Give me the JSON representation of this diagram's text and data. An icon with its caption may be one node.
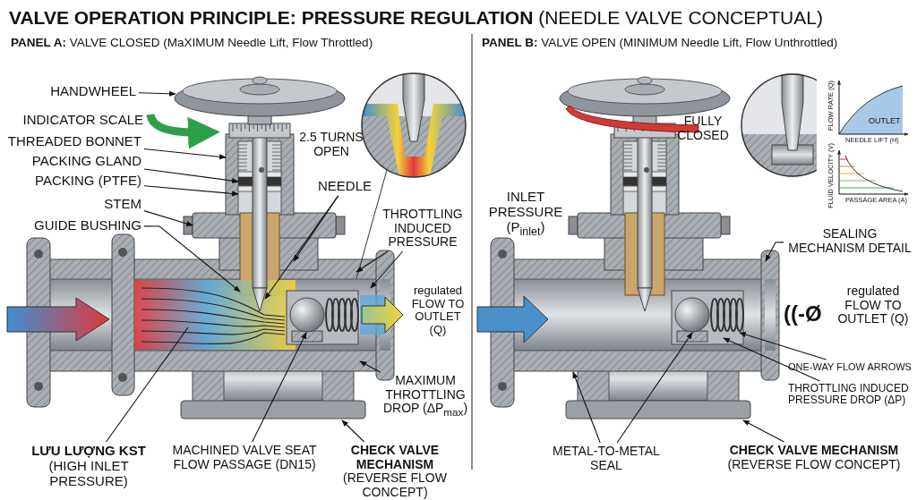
{
  "diagram": {
    "title": "**VALVE OPERATION PRINCIPLE: PRESSURE REGULATION** (NEEDLE VALVE CONCEPTUAL)",
    "nodes": [
      {
        "text": [
          "HANDWHEEL"
        ]
      },
      {
        "text": [
          "THREADED BONNET"
        ]
      },
      {
        "text": [
          "PACKING GLAND"
        ]
      },
      {
        "text": [
          "PACKING (PTFE)"
        ]
      },
      {
        "text": [
          "STEM"
        ]
      },
      {
        "text": [
          "GUIDE BUSHING"
        ]
      },
      {
        "text": [
          "NEEDLE"
        ]
      },
      {
        "text": [
          "THROTTLING INDUCED PRESSURE"
        ]
      },
      {
        "text": [
          "MAXIMUM THROTTLING DROP (ΔP$_{max}$)"
        ]
      },
      {
        "text": [
          "LƯU LƯỢNG KST",
          "(HIGH INLET PRESSURE)"
        ]
      },
      {
        "text": [
          "MACHINED VALVE SEAT FLOW PASSAGE (DN15)"
        ]
      },
      {
        "text": [
          "CHECK VALVE MECHANISM",
          "(REVERSE FLOW CONCEPT)"
        ]
      },
      {
        "text": [
          "SEALING MECHANISM DETAIL"
        ]
      },
      {
        "text": [
          "ONE-WAY FLOW ARROWS"
        ]
      },
      {
        "text": [
          "THROTTLING INDUCED PRESSURE DROP (ΔP)"
        ]
      },
      {
        "text": [
          "METAL-TO-METAL SEAL"
        ]
      },
      {
        "text": [
          "CHECK VALVE MECHANISM",
          "(REVERSE FLOW CONCEPT)"
        ]
      }
    ],
    "edges": [
      {
        "from": 0,
        "to": null,
        "arrow": "to"
      },
      {
        "from": 1,
        "to": null,
        "arrow": "to"
      },
      {
        "from": 2,
        "to": null,
        "arrow": "to"
      },
      {
        "from": 3,
        "to": null,
        "arrow": "to"
      },
      {
        "from": 4,
        "to": null,
        "arrow": "to"
      },
      {
        "from": 5,
        "to": null,
        "arrow": "to"
      },
      {
        "from": 6,
        "to": null,
        "arrow": "to"
      },
      {
        "from": 6,
        "to": null,
        "arrow": "to"
      },
      {
        "from": 7,
        "to": null,
        "arrow": "to"
      },
      {
        "from": 7,
        "to": null,
        "arrow": "to"
      },
      {
        "from": 8,
        "to": null,
        "arrow": "to"
      },
      {
        "from": 9,
        "to": null,
        "arrow": "none"
      },
      {
        "from": 10,
        "to": null,
        "arrow": "to"
      },
      {
        "from": 11,
        "to": null,
        "arrow": "to"
      },
      {
        "from": 12,
        "to": null,
        "arrow": "to"
      },
      {
        "from": 13,
        "to": null,
        "arrow": "to"
      },
      {
        "from": 14,
        "to": null,
        "arrow": "to"
      },
      {
        "from": 15,
        "to": null,
        "arrow": "to"
      },
      {
        "from": 15,
        "to": null,
        "arrow": "to"
      },
      {
        "from": 16,
        "to": null,
        "arrow": "to"
      }
    ],
    "labels": [
      "**PANEL A:** VALVE CLOSED (MaXIMUM Needle Lift, Flow Throttled)",
      "**PANEL B:** VALVE OPEN (MINIMUM Needle Lift, Flow Unthrottled)",
      "INDICATOR SCALE",
      "2.5 TURNS OPEN",
      "regulated FLOW TO OUTLET (Q)",
      "FULLY CLOSED",
      "INLET PRESSURE (P$_{inlet}$)",
      "FLOW RATE (Q)",
      "OUTLET",
      "NEEDLE LIFT (H)",
      "FLUID VELOCITY (V)",
      "PASSAGE AREA (A)",
      "((-Ø",
      "regulated FLOW TO OUTLET (Q)"
    ]
  }
}
